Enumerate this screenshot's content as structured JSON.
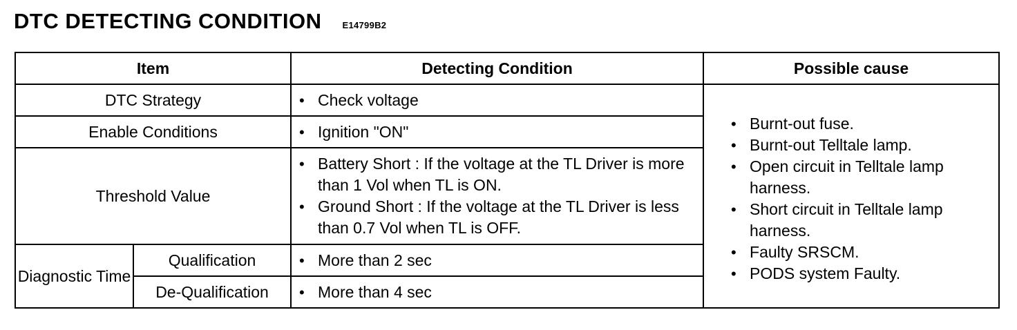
{
  "heading": {
    "title": "DTC DETECTING CONDITION",
    "code": "E14799B2"
  },
  "table": {
    "headers": {
      "item": "Item",
      "detecting": "Detecting Condition",
      "cause": "Possible cause"
    },
    "rows": {
      "strategy": {
        "item": "DTC Strategy",
        "condition": "Check voltage"
      },
      "enable": {
        "item": "Enable Conditions",
        "condition": "Ignition \"ON\""
      },
      "threshold": {
        "item": "Threshold Value",
        "conditions": [
          "Battery Short : If the voltage at the TL Driver is more than 1 Vol when TL is ON.",
          "Ground Short : If the voltage at the TL Driver is less than 0.7 Vol when TL is OFF."
        ]
      },
      "diagnostic": {
        "item": "Diagnostic Time",
        "qualification": {
          "label": "Qualification",
          "condition": "More than 2 sec"
        },
        "dequalification": {
          "label": "De-Qualification",
          "condition": "More than 4 sec"
        }
      }
    },
    "possible_causes": [
      "Burnt-out fuse.",
      "Burnt-out Telltale lamp.",
      "Open circuit in Telltale lamp harness.",
      "Short circuit in Telltale lamp harness.",
      "Faulty SRSCM.",
      "PODS system Faulty."
    ]
  }
}
